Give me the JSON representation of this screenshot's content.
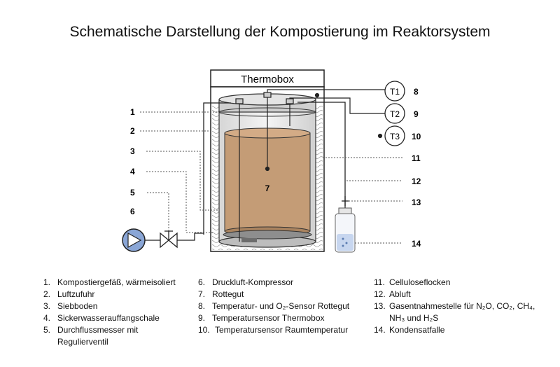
{
  "title": "Schematische Darstellung der Kompostierung im Reaktorsystem",
  "diagram": {
    "thermobox_label": "Thermobox",
    "rottegut_label": "7",
    "sensors": [
      "T1",
      "T2",
      "T3"
    ],
    "sensor_numbers": [
      "8",
      "9",
      "10"
    ],
    "left_numbers": [
      "1",
      "2",
      "3",
      "4",
      "5",
      "6"
    ],
    "right_numbers": [
      "11",
      "12",
      "13",
      "14"
    ]
  },
  "legend": {
    "col1": [
      {
        "num": "1.",
        "text": "Kompostiergefäß, wärmeisoliert"
      },
      {
        "num": "2.",
        "text": "Luftzufuhr"
      },
      {
        "num": "3.",
        "text": "Siebboden"
      },
      {
        "num": "4.",
        "text": "Sickerwasserauffangschale"
      },
      {
        "num": "5.",
        "text": "Durchflussmesser mit Regulierventil"
      }
    ],
    "col2": [
      {
        "num": "6.",
        "text": "Druckluft-Kompressor"
      },
      {
        "num": "7.",
        "text": "Rottegut"
      },
      {
        "num": "8.",
        "text": "Temperatur- und O₂-Sensor Rottegut"
      },
      {
        "num": "9.",
        "text": "Temperatursensor Thermobox"
      },
      {
        "num": "10.",
        "text": "Temperatursensor Raumtemperatur"
      }
    ],
    "col3": [
      {
        "num": "11.",
        "text": "Celluloseflocken"
      },
      {
        "num": "12.",
        "text": "Abluft"
      },
      {
        "num": "13.",
        "text": "Gasentnahmestelle für N₂O, CO₂, CH₄, NH₃ und H₂S"
      },
      {
        "num": "14.",
        "text": "Kondensatfalle"
      }
    ]
  }
}
